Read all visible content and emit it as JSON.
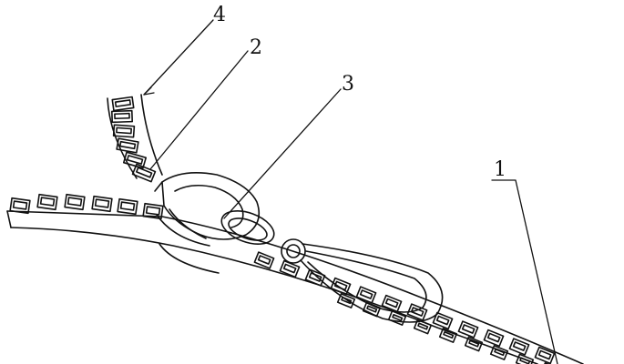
{
  "callouts": {
    "one": "1",
    "two": "2",
    "three": "3",
    "four": "4"
  },
  "colors": {
    "ink": "#111111",
    "paper": "#ffffff"
  },
  "parts": {
    "tape_icon": "zipper-tape-icon",
    "teeth_icon": "zipper-teeth-icon",
    "slider_icon": "zipper-slider-icon",
    "pull_icon": "zipper-pull-tab-icon"
  }
}
